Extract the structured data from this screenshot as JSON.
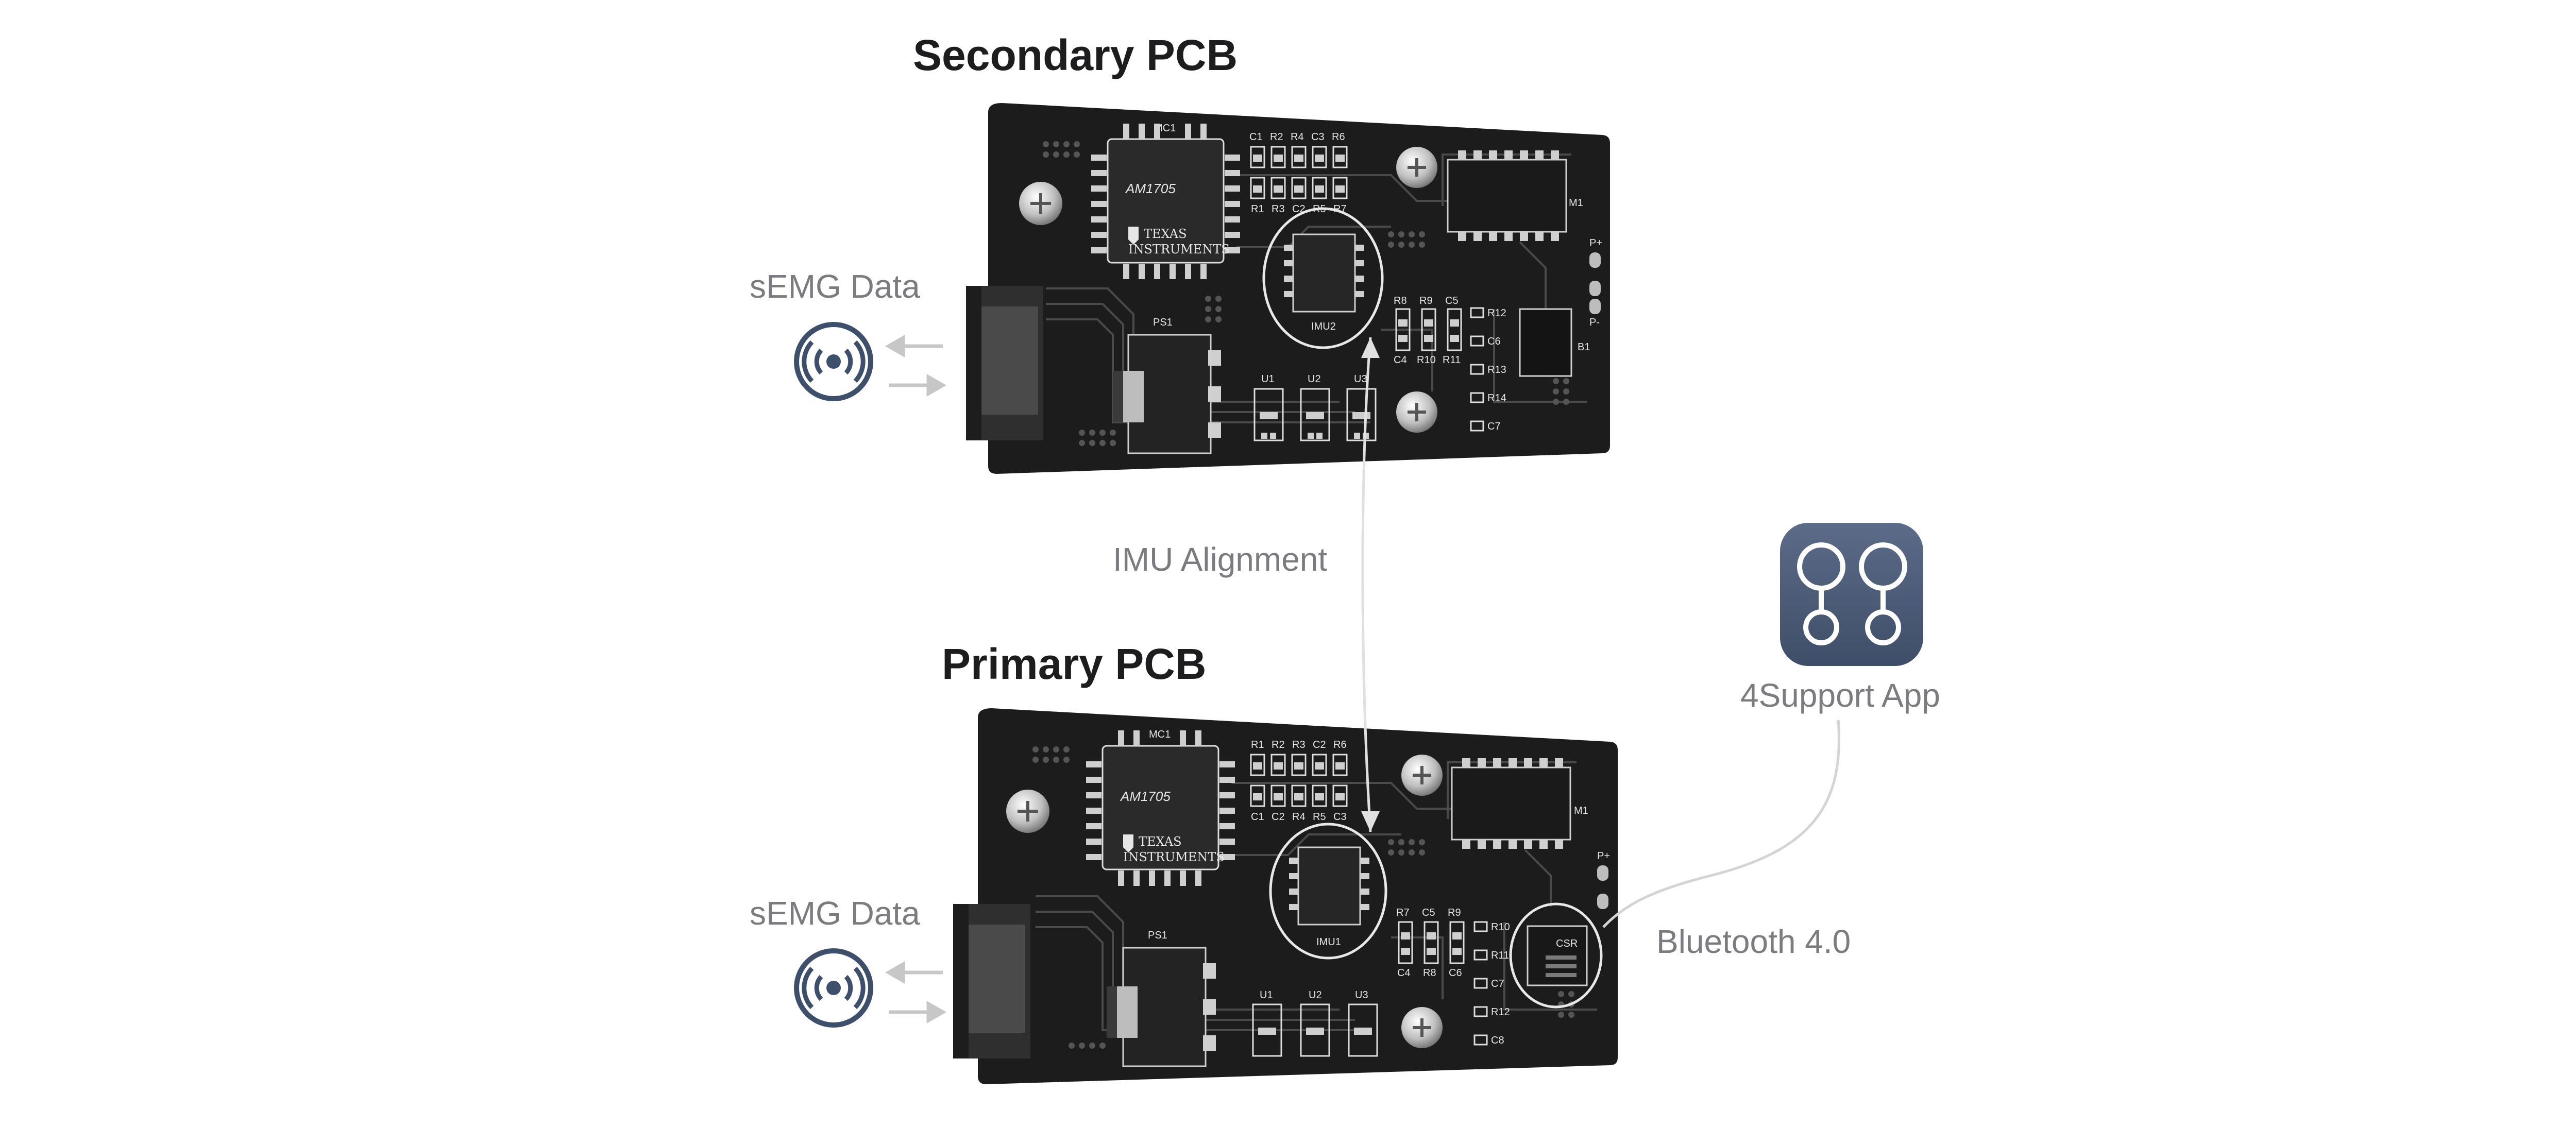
{
  "boards": {
    "secondary": {
      "title": "Secondary PCB",
      "mcu_ref": "MC1",
      "mcu_part": "AM1705",
      "brand_line1": "TEXAS",
      "brand_line2": "INSTRUMENTS",
      "imu_ref": "IMU2",
      "power_ref": "PS1",
      "u_refs": [
        "U1",
        "U2",
        "U3"
      ],
      "top_refs": [
        "C1",
        "R2",
        "R4",
        "C3",
        "R6"
      ],
      "bottom_refs": [
        "R1",
        "R3",
        "C2",
        "R5",
        "R7"
      ],
      "mid_top_refs": [
        "R8",
        "R9",
        "C5"
      ],
      "mid_bottom_refs": [
        "C4",
        "R10",
        "R11"
      ],
      "right_refs": [
        "R12",
        "C6",
        "R13",
        "R14",
        "C7"
      ],
      "bt_ref": "B1",
      "ic_ref": "M1",
      "pin_p_plus": "P+",
      "pin_p_minus": "P-"
    },
    "primary": {
      "title": "Primary PCB",
      "mcu_ref": "MC1",
      "mcu_part": "AM1705",
      "brand_line1": "TEXAS",
      "brand_line2": "INSTRUMENTS",
      "imu_ref": "IMU1",
      "power_ref": "PS1",
      "u_refs": [
        "U1",
        "U2",
        "U3"
      ],
      "top_refs": [
        "R1",
        "R2",
        "R3",
        "C2",
        "R6"
      ],
      "bottom_refs": [
        "C1",
        "C2",
        "R4",
        "R5",
        "C3"
      ],
      "mid_top_refs": [
        "R7",
        "C5",
        "R9"
      ],
      "mid_bottom_refs": [
        "C4",
        "R8",
        "C6"
      ],
      "right_refs": [
        "R10",
        "R11",
        "C7",
        "R12",
        "C8"
      ],
      "bt_chip": "CSR",
      "ic_ref": "M1",
      "pin_p_plus": "P+"
    }
  },
  "labels": {
    "semg_top": "sEMG Data",
    "semg_bottom": "sEMG Data",
    "imu_alignment": "IMU Alignment",
    "bluetooth": "Bluetooth 4.0",
    "app": "4Support App"
  },
  "icons": {
    "sensor": "wireless-signal-icon",
    "app": "4support-app-icon"
  },
  "colors": {
    "board": "#1c1c1c",
    "icon_navy": "#3d4f6b",
    "app_tile": "#4a5a75",
    "arrow_gray": "#c7c7c7"
  }
}
